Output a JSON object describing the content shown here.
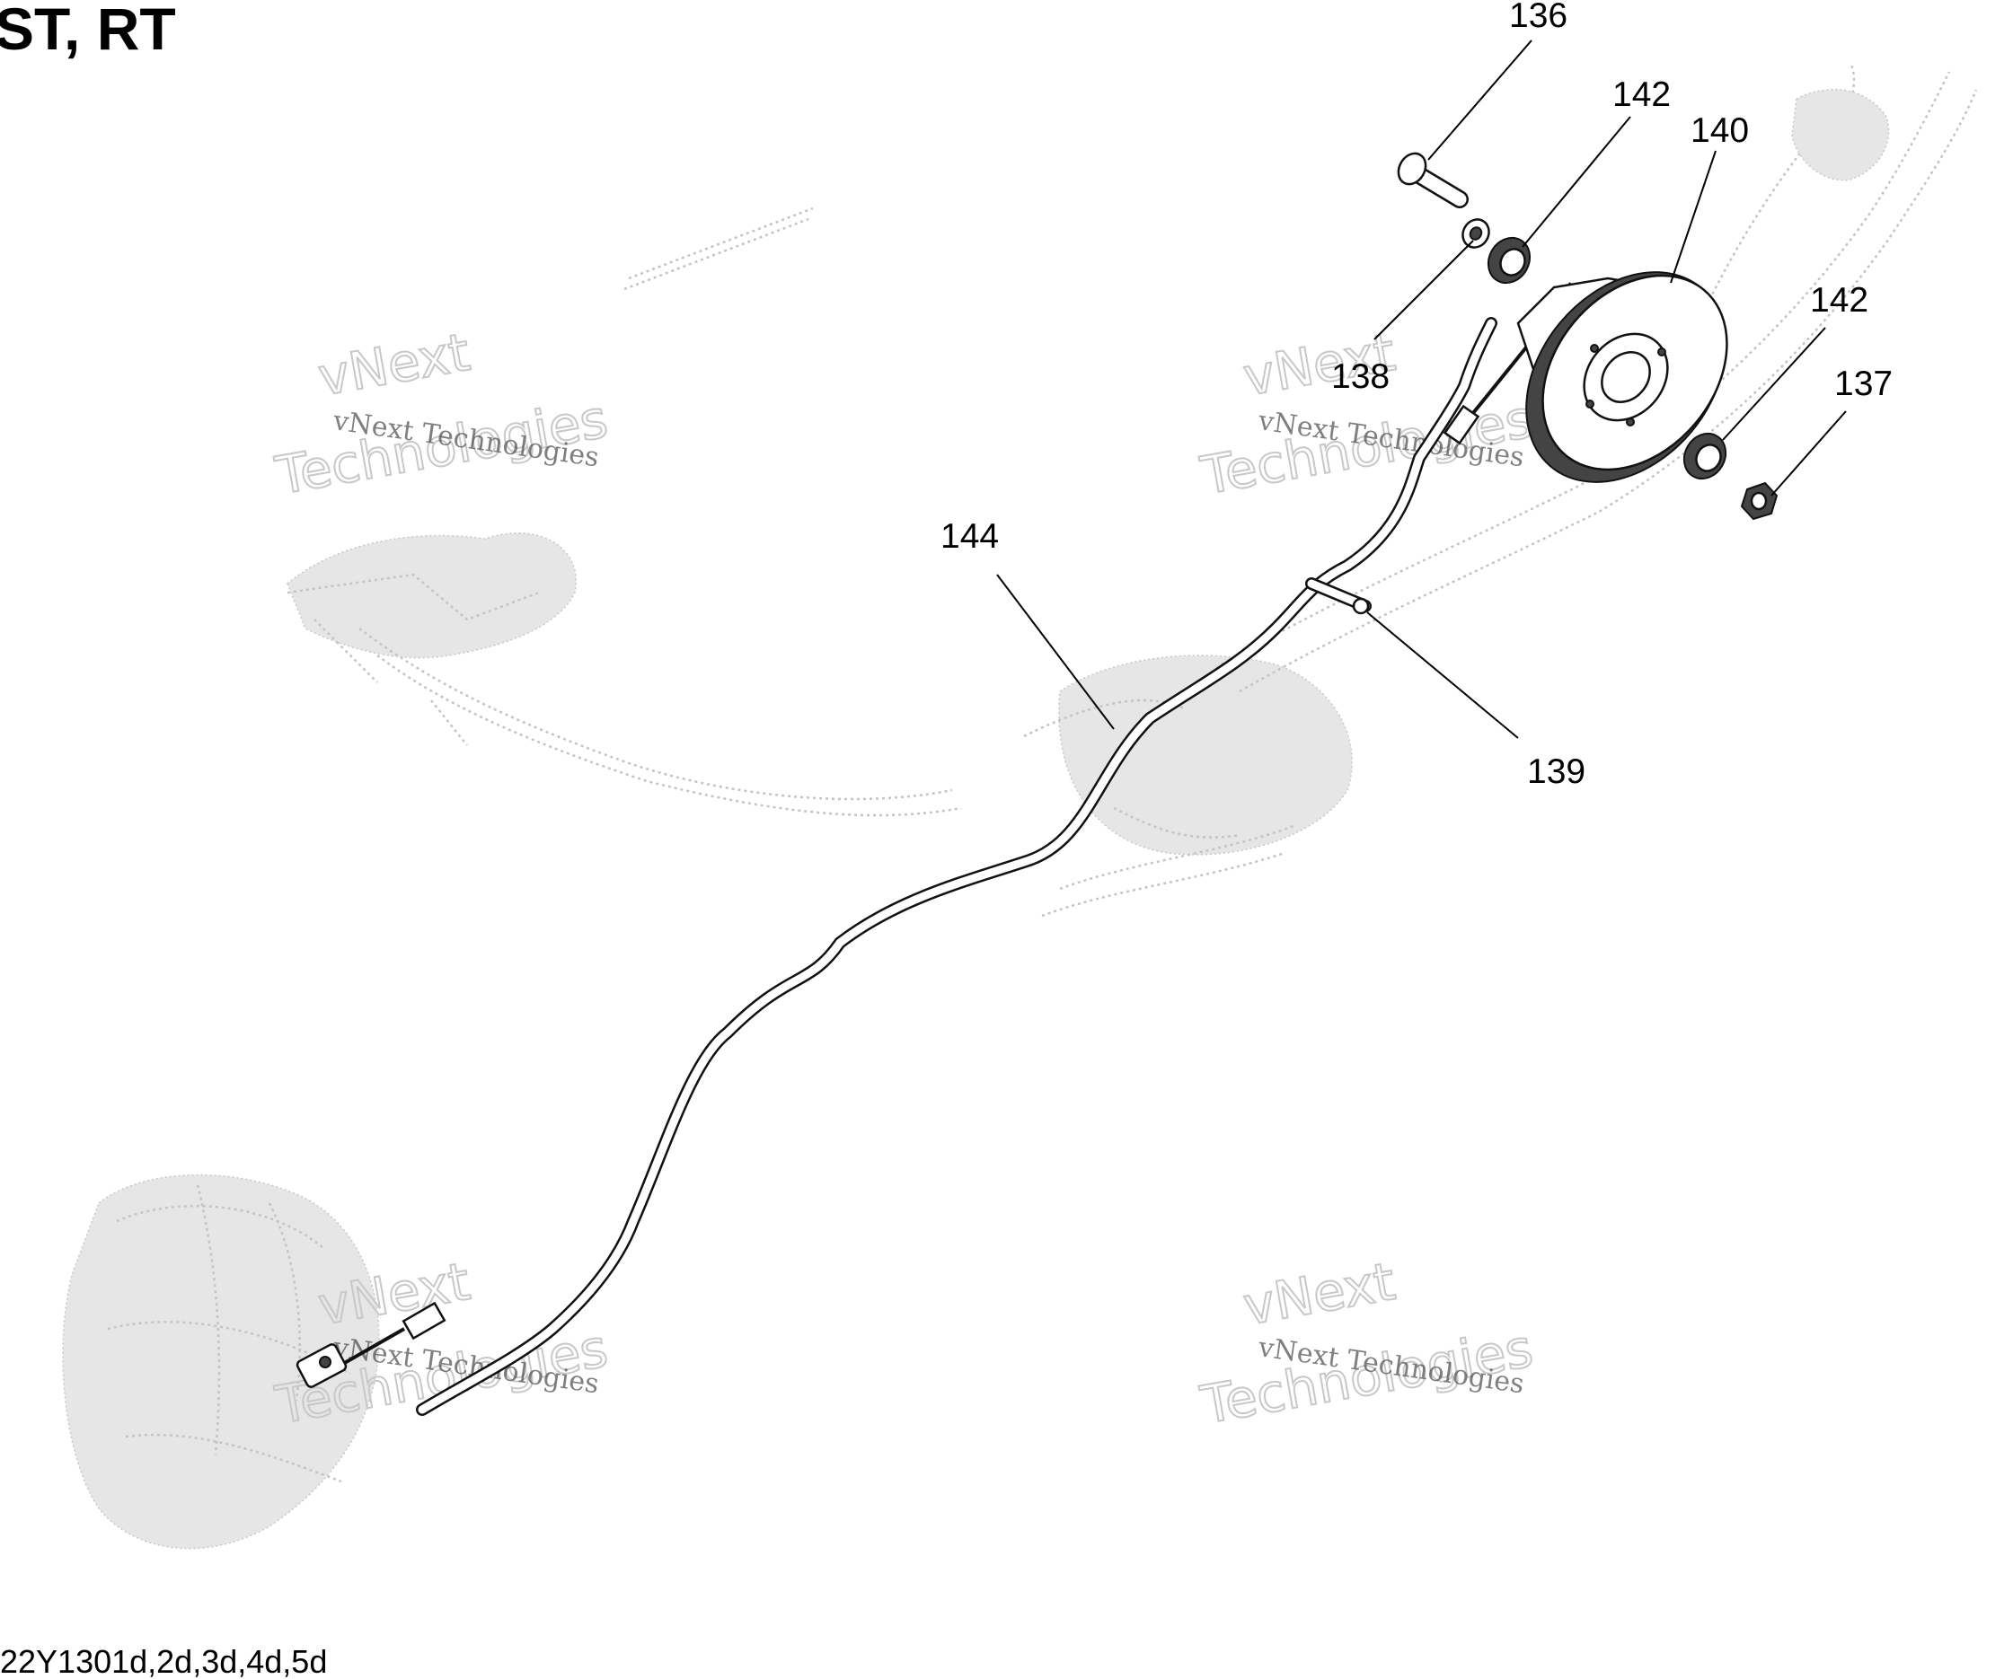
{
  "diagram": {
    "title": "ST, RT",
    "drawing_code": "22Y1301d,2d,3d,4d,5d",
    "callouts": [
      {
        "id": "c136",
        "label": "136"
      },
      {
        "id": "c142a",
        "label": "142"
      },
      {
        "id": "c140",
        "label": "140"
      },
      {
        "id": "c142b",
        "label": "142"
      },
      {
        "id": "c137",
        "label": "137"
      },
      {
        "id": "c138",
        "label": "138"
      },
      {
        "id": "c144",
        "label": "144"
      },
      {
        "id": "c139",
        "label": "139"
      }
    ],
    "watermark": {
      "line1": "vNext",
      "line2": "Technologies",
      "caption": "vNext Technologies"
    }
  }
}
